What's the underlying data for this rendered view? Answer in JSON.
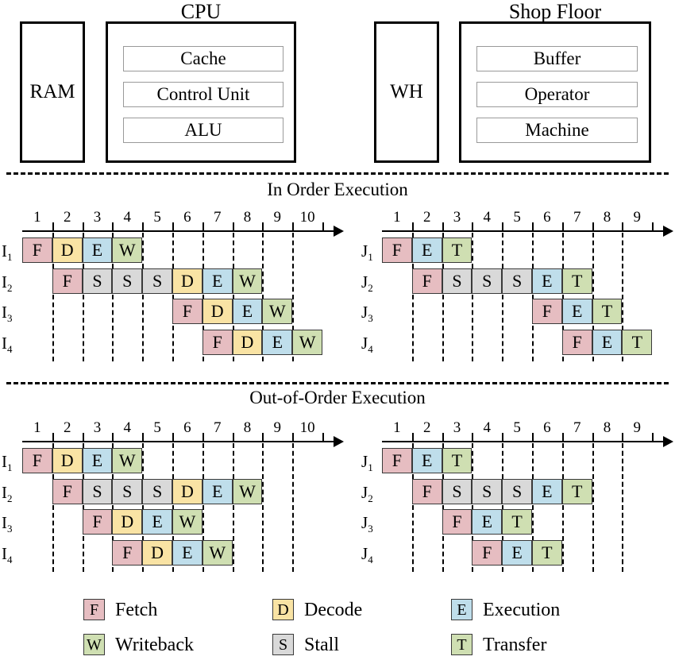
{
  "architecture": {
    "groups": [
      {
        "title": "CPU",
        "side_label": "RAM",
        "components": [
          "Cache",
          "Control Unit",
          "ALU"
        ]
      },
      {
        "title": "Shop Floor",
        "side_label": "WH",
        "components": [
          "Buffer",
          "Operator",
          "Machine"
        ]
      }
    ]
  },
  "sections": [
    {
      "title": "In Order Execution"
    },
    {
      "title": "Out-of-Order Execution"
    }
  ],
  "legend": {
    "items": [
      {
        "key": "F",
        "label": "Fetch",
        "color": "#e6bdc1"
      },
      {
        "key": "D",
        "label": "Decode",
        "color": "#f9e3a4"
      },
      {
        "key": "E",
        "label": "Execution",
        "color": "#bfdeeb"
      },
      {
        "key": "W",
        "label": "Writeback",
        "color": "#cfdfb2"
      },
      {
        "key": "S",
        "label": "Stall",
        "color": "#d9d9d9"
      },
      {
        "key": "T",
        "label": "Transfer",
        "color": "#cfdfb2"
      }
    ]
  },
  "colors": {
    "F": "#e6bdc1",
    "D": "#f9e3a4",
    "E": "#bfdeeb",
    "W": "#cfdfb2",
    "S": "#d9d9d9",
    "T": "#cfdfb2"
  },
  "chart_data": [
    {
      "id": "in-order-cpu",
      "type": "gantt",
      "title": "In Order Execution",
      "panel": "left",
      "xlabel": "",
      "ticks": [
        1,
        2,
        3,
        4,
        5,
        6,
        7,
        8,
        9,
        10
      ],
      "rows": [
        {
          "label": "I",
          "sub": "1",
          "start": 1,
          "stages": [
            "F",
            "D",
            "E",
            "W"
          ]
        },
        {
          "label": "I",
          "sub": "2",
          "start": 2,
          "stages": [
            "F",
            "S",
            "S",
            "S",
            "D",
            "E",
            "W"
          ]
        },
        {
          "label": "I",
          "sub": "3",
          "start": 6,
          "stages": [
            "F",
            "D",
            "E",
            "W"
          ]
        },
        {
          "label": "I",
          "sub": "4",
          "start": 7,
          "stages": [
            "F",
            "D",
            "E",
            "W"
          ]
        }
      ]
    },
    {
      "id": "in-order-shopfloor",
      "type": "gantt",
      "title": "In Order Execution",
      "panel": "right",
      "xlabel": "",
      "ticks": [
        1,
        2,
        3,
        4,
        5,
        6,
        7,
        8,
        9
      ],
      "rows": [
        {
          "label": "J",
          "sub": "1",
          "start": 1,
          "stages": [
            "F",
            "E",
            "T"
          ]
        },
        {
          "label": "J",
          "sub": "2",
          "start": 2,
          "stages": [
            "F",
            "S",
            "S",
            "S",
            "E",
            "T"
          ]
        },
        {
          "label": "J",
          "sub": "3",
          "start": 6,
          "stages": [
            "F",
            "E",
            "T"
          ]
        },
        {
          "label": "J",
          "sub": "4",
          "start": 7,
          "stages": [
            "F",
            "E",
            "T"
          ]
        }
      ]
    },
    {
      "id": "out-of-order-cpu",
      "type": "gantt",
      "title": "Out-of-Order Execution",
      "panel": "left",
      "xlabel": "",
      "ticks": [
        1,
        2,
        3,
        4,
        5,
        6,
        7,
        8,
        9,
        10
      ],
      "rows": [
        {
          "label": "I",
          "sub": "1",
          "start": 1,
          "stages": [
            "F",
            "D",
            "E",
            "W"
          ]
        },
        {
          "label": "I",
          "sub": "2",
          "start": 2,
          "stages": [
            "F",
            "S",
            "S",
            "S",
            "D",
            "E",
            "W"
          ]
        },
        {
          "label": "I",
          "sub": "3",
          "start": 3,
          "stages": [
            "F",
            "D",
            "E",
            "W"
          ]
        },
        {
          "label": "I",
          "sub": "4",
          "start": 4,
          "stages": [
            "F",
            "D",
            "E",
            "W"
          ]
        }
      ]
    },
    {
      "id": "out-of-order-shopfloor",
      "type": "gantt",
      "title": "Out-of-Order Execution",
      "panel": "right",
      "xlabel": "",
      "ticks": [
        1,
        2,
        3,
        4,
        5,
        6,
        7,
        8,
        9
      ],
      "rows": [
        {
          "label": "J",
          "sub": "1",
          "start": 1,
          "stages": [
            "F",
            "E",
            "T"
          ]
        },
        {
          "label": "J",
          "sub": "2",
          "start": 2,
          "stages": [
            "F",
            "S",
            "S",
            "S",
            "E",
            "T"
          ]
        },
        {
          "label": "J",
          "sub": "3",
          "start": 3,
          "stages": [
            "F",
            "E",
            "T"
          ]
        },
        {
          "label": "J",
          "sub": "4",
          "start": 4,
          "stages": [
            "F",
            "E",
            "T"
          ]
        }
      ]
    }
  ]
}
